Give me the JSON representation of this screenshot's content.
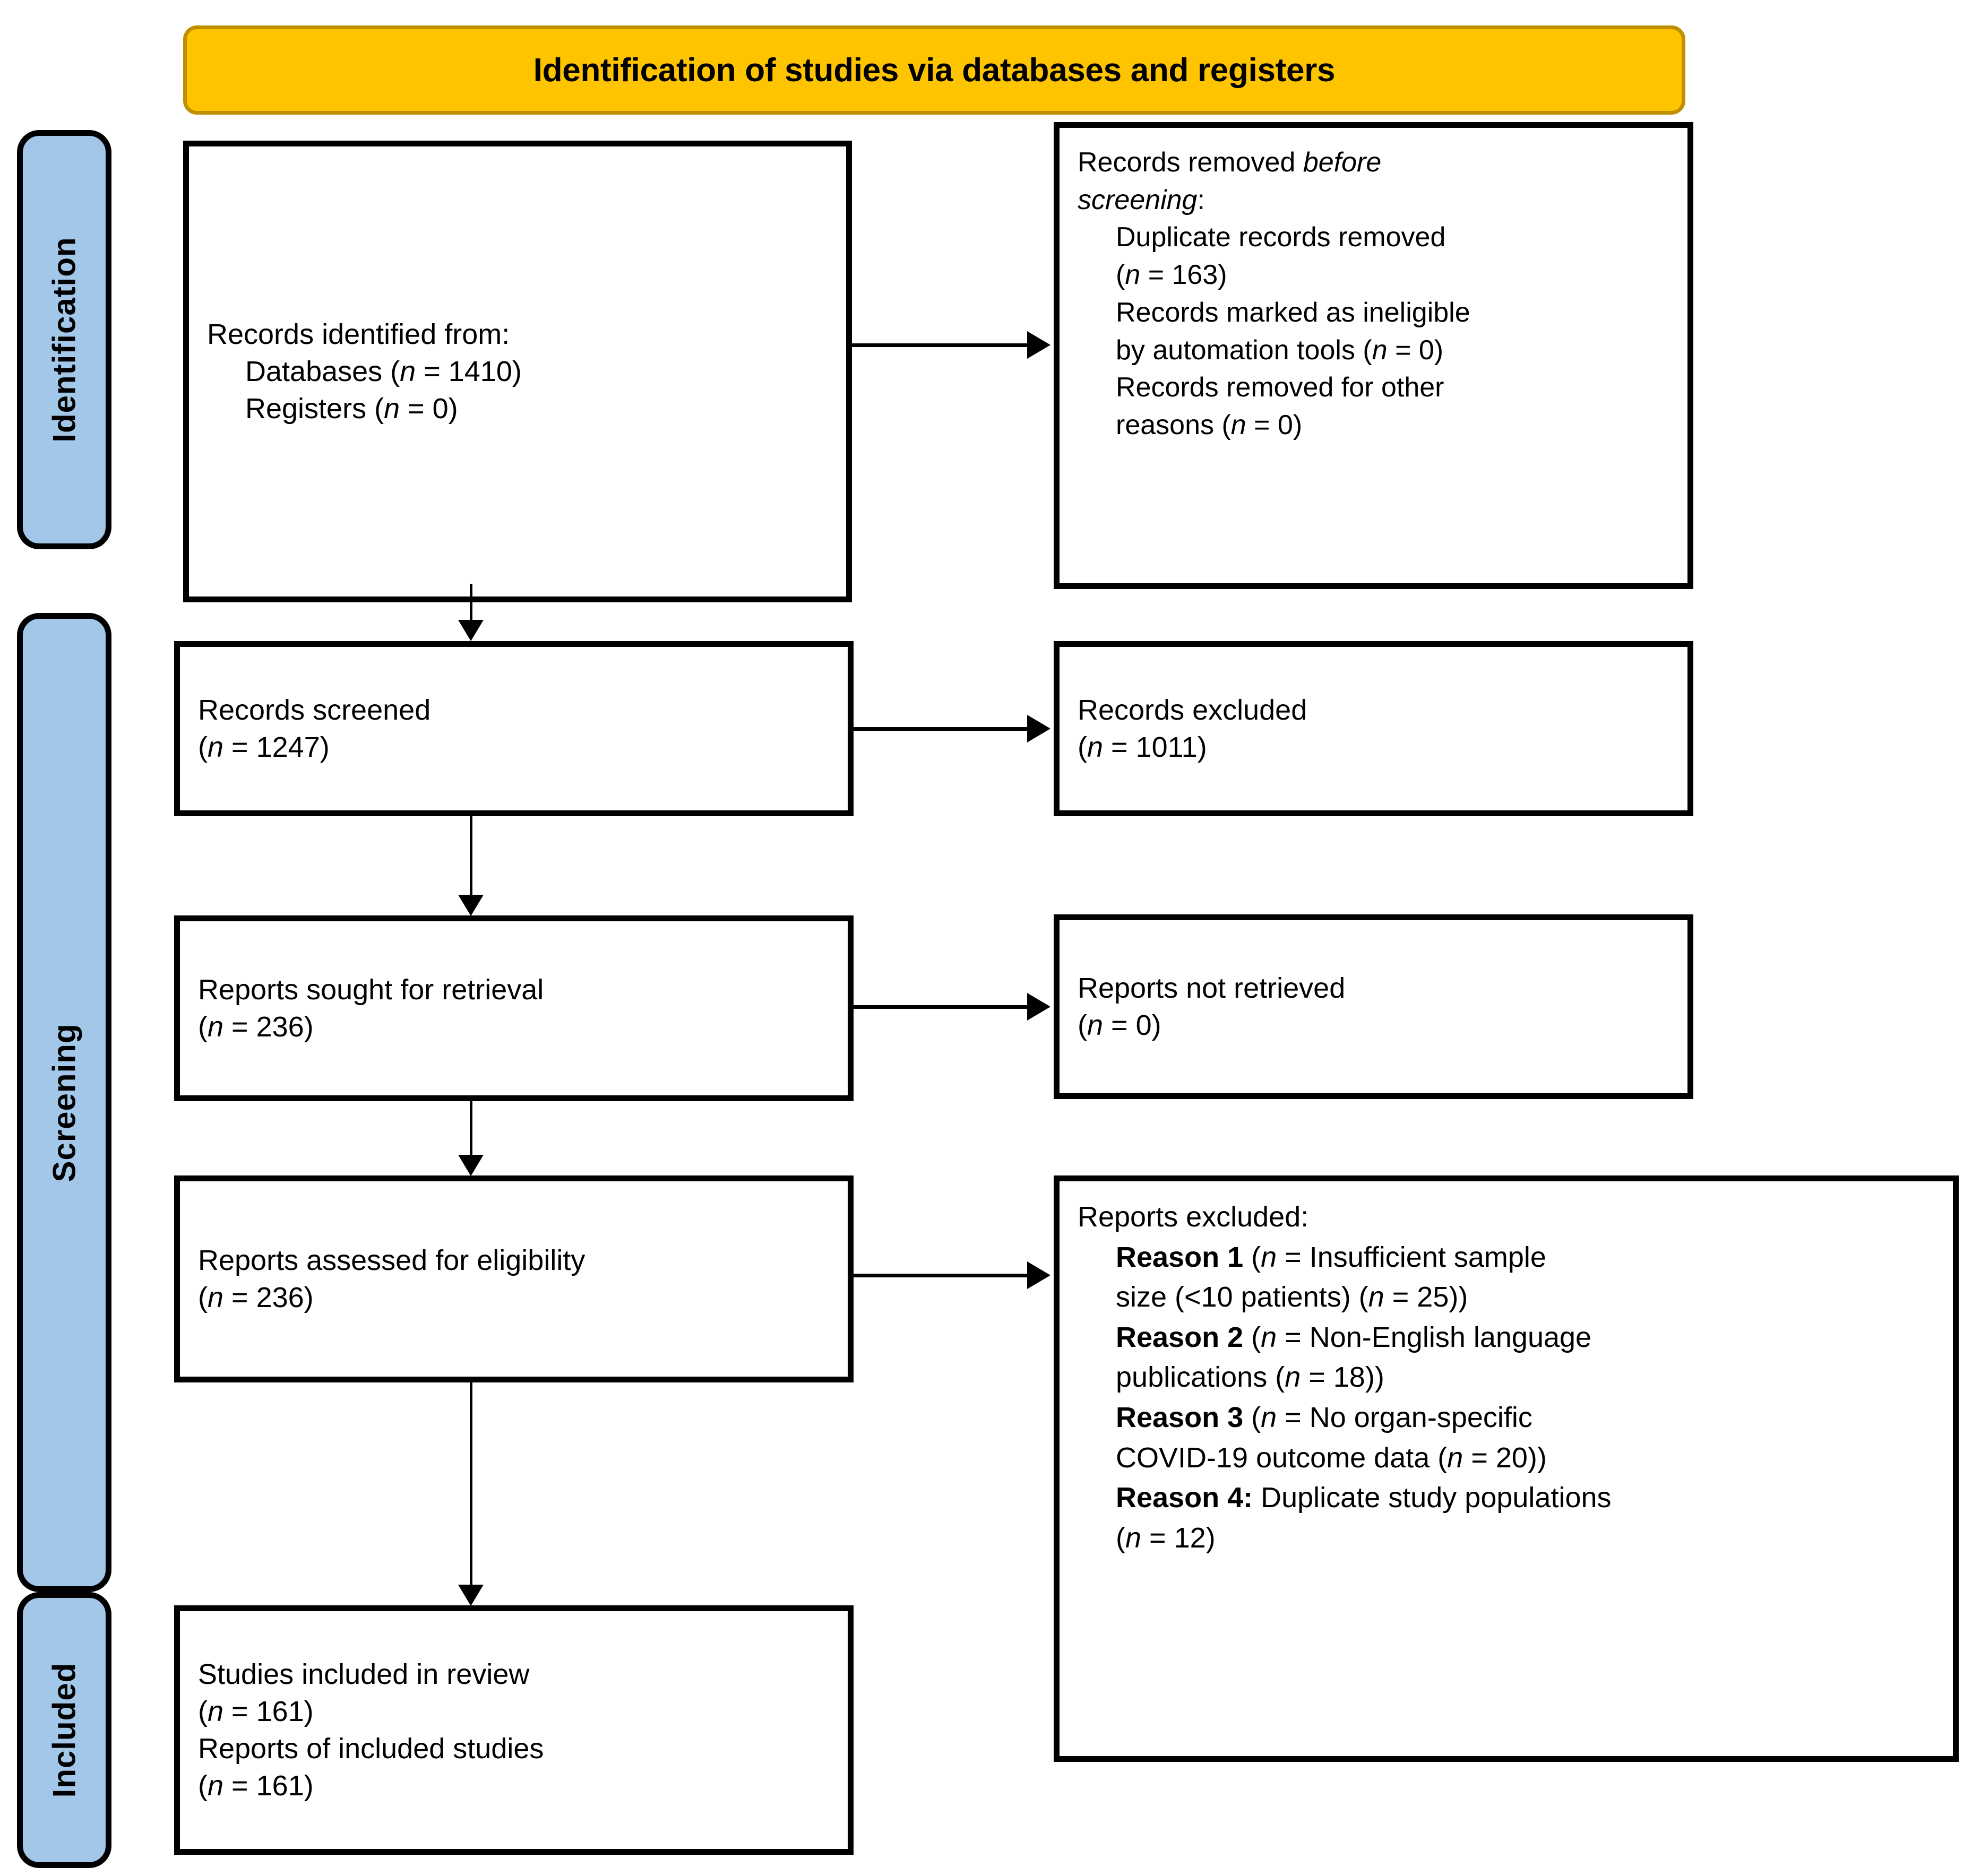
{
  "banner": {
    "title": "Identification of studies via databases and registers"
  },
  "stages": [
    {
      "key": "identification",
      "label": "Identification"
    },
    {
      "key": "screening",
      "label": "Screening"
    },
    {
      "key": "included",
      "label": "Included"
    }
  ],
  "boxes": {
    "identified": {
      "name": "Records identified from",
      "lines": {
        "l1": "Records identified from:",
        "l2_pre": "Databases (",
        "l2_n": "n",
        "l2_post": " = 1410)",
        "l3_pre": "Registers (",
        "l3_n": "n",
        "l3_post": " = 0)"
      }
    },
    "removed": {
      "name": "Records removed before screening",
      "lines": {
        "l1_pre": "Records removed ",
        "l1_it": "before",
        "l2_it": "screening",
        "l2_post": ":",
        "l3": "Duplicate records removed",
        "l4_pre": "(",
        "l4_n": "n",
        "l4_post": " = 163)",
        "l5": "Records marked as ineligible",
        "l6_pre": "by automation tools (",
        "l6_n": "n",
        "l6_post": " = 0)",
        "l7": "Records removed for other",
        "l8_pre": "reasons (",
        "l8_n": "n",
        "l8_post": " = 0)"
      }
    },
    "screened": {
      "name": "Records screened",
      "lines": {
        "l1": "Records screened",
        "l2_pre": "(",
        "l2_n": "n",
        "l2_post": " = 1247)"
      }
    },
    "excluded": {
      "name": "Records excluded",
      "lines": {
        "l1": "Records excluded",
        "l2_pre": "(",
        "l2_n": "n",
        "l2_post": " = 1011)"
      }
    },
    "sought": {
      "name": "Reports sought for retrieval",
      "lines": {
        "l1": "Reports sought for retrieval",
        "l2_pre": "(",
        "l2_n": "n",
        "l2_post": " = 236)"
      }
    },
    "not_retrieved": {
      "name": "Reports not retrieved",
      "lines": {
        "l1": "Reports not retrieved",
        "l2_pre": "(",
        "l2_n": "n",
        "l2_post": " = 0)"
      }
    },
    "assessed": {
      "name": "Reports assessed for eligibility",
      "lines": {
        "l1": "Reports assessed for eligibility",
        "l2_pre": "(",
        "l2_n": "n",
        "l2_post": " = 236)"
      }
    },
    "reports_excluded": {
      "name": "Reports excluded",
      "heading": "Reports excluded:",
      "reasons": [
        {
          "label": "Reason 1",
          "n_glyph": "n",
          "text_a": " (",
          "text_b": " = Insufficient sample",
          "text_c": "size (<10 patients) (",
          "n_glyph2": "n",
          "text_d": " = 25))"
        },
        {
          "label": "Reason 2",
          "n_glyph": "n",
          "text_a": " (",
          "text_b": " = Non-English language",
          "text_c": "publications (",
          "n_glyph2": "n",
          "text_d": " = 18))"
        },
        {
          "label": "Reason 3",
          "n_glyph": "n",
          "text_a": " (",
          "text_b": " = No organ-specific",
          "text_c": "COVID-19 outcome data (",
          "n_glyph2": "n",
          "text_d": " = 20))"
        },
        {
          "label": "Reason 4:",
          "n_glyph": "",
          "text_a": " ",
          "text_b": "Duplicate study populations",
          "text_c": "(",
          "n_glyph2": "n",
          "text_d": " = 12)"
        }
      ]
    },
    "included": {
      "name": "Studies included in review",
      "lines": {
        "l1": "Studies included in review",
        "l2_pre": "(",
        "l2_n": "n",
        "l2_post": " = 161)",
        "l3": "Reports of included studies",
        "l4_pre": "(",
        "l4_n": "n",
        "l4_post": " = 161)"
      }
    }
  },
  "colors": {
    "banner_fill": "#FFC400",
    "banner_border": "#BF8F00",
    "stage_fill": "#A3C7E8",
    "line": "#000000",
    "box_fill": "#FFFFFF"
  }
}
